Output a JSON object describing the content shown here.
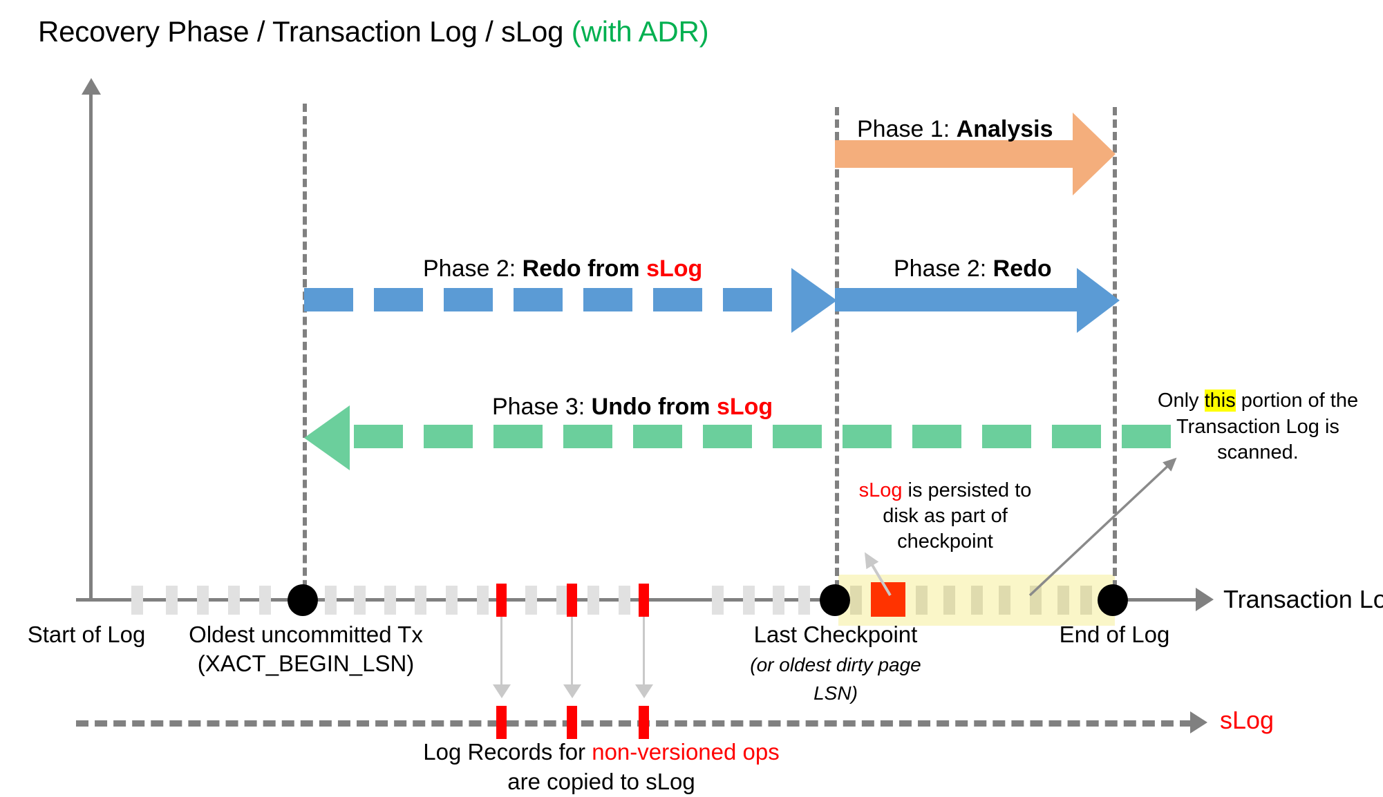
{
  "title": {
    "main": "Recovery Phase / Transaction Log / sLog ",
    "suffix": "(with ADR)"
  },
  "colors": {
    "analysis_orange": "#F4AE7C",
    "redo_blue": "#5B9BD5",
    "undo_green": "#6BCF9C",
    "slog_red": "#FF0000",
    "highlight_yellow": "#FAF6C8",
    "mark_yellow": "#FFFF00",
    "axis_grey": "#808080",
    "tick_grey": "#E1E1E1",
    "adr_green": "#00B050"
  },
  "phases": {
    "analysis": {
      "prefix": "Phase 1: ",
      "name": "Analysis"
    },
    "redo_from_slog": {
      "prefix": "Phase 2: ",
      "name": "Redo from ",
      "emphasis": "sLog"
    },
    "redo": {
      "prefix": "Phase 2: ",
      "name": "Redo"
    },
    "undo_from_slog": {
      "prefix": "Phase 3: ",
      "name": "Undo from ",
      "emphasis": "sLog"
    }
  },
  "timeline": {
    "axis_label": "Transaction Log",
    "markers": {
      "start_of_log": "Start of Log",
      "oldest_tx_line1": "Oldest uncommitted Tx",
      "oldest_tx_line2": "(XACT_BEGIN_LSN)",
      "last_checkpoint": "Last Checkpoint",
      "checkpoint_sub_line1": "(or oldest dirty page",
      "checkpoint_sub_line2": "LSN)",
      "end_of_log": "End of Log"
    }
  },
  "slog_axis": {
    "label": "sLog",
    "caption_line1_pre": "Log Records for ",
    "caption_line1_em": "non-versioned ops",
    "caption_line2": "are copied to sLog"
  },
  "annotations": {
    "slog_persist": {
      "emphasis": "sLog",
      "line1_rest": " is persisted to",
      "line2": "disk as part of",
      "line3": "checkpoint"
    },
    "scanned_portion": {
      "line1_pre": "Only ",
      "line1_mark": "this",
      "line1_post": " portion of the",
      "line2": "Transaction Log is scanned."
    }
  }
}
